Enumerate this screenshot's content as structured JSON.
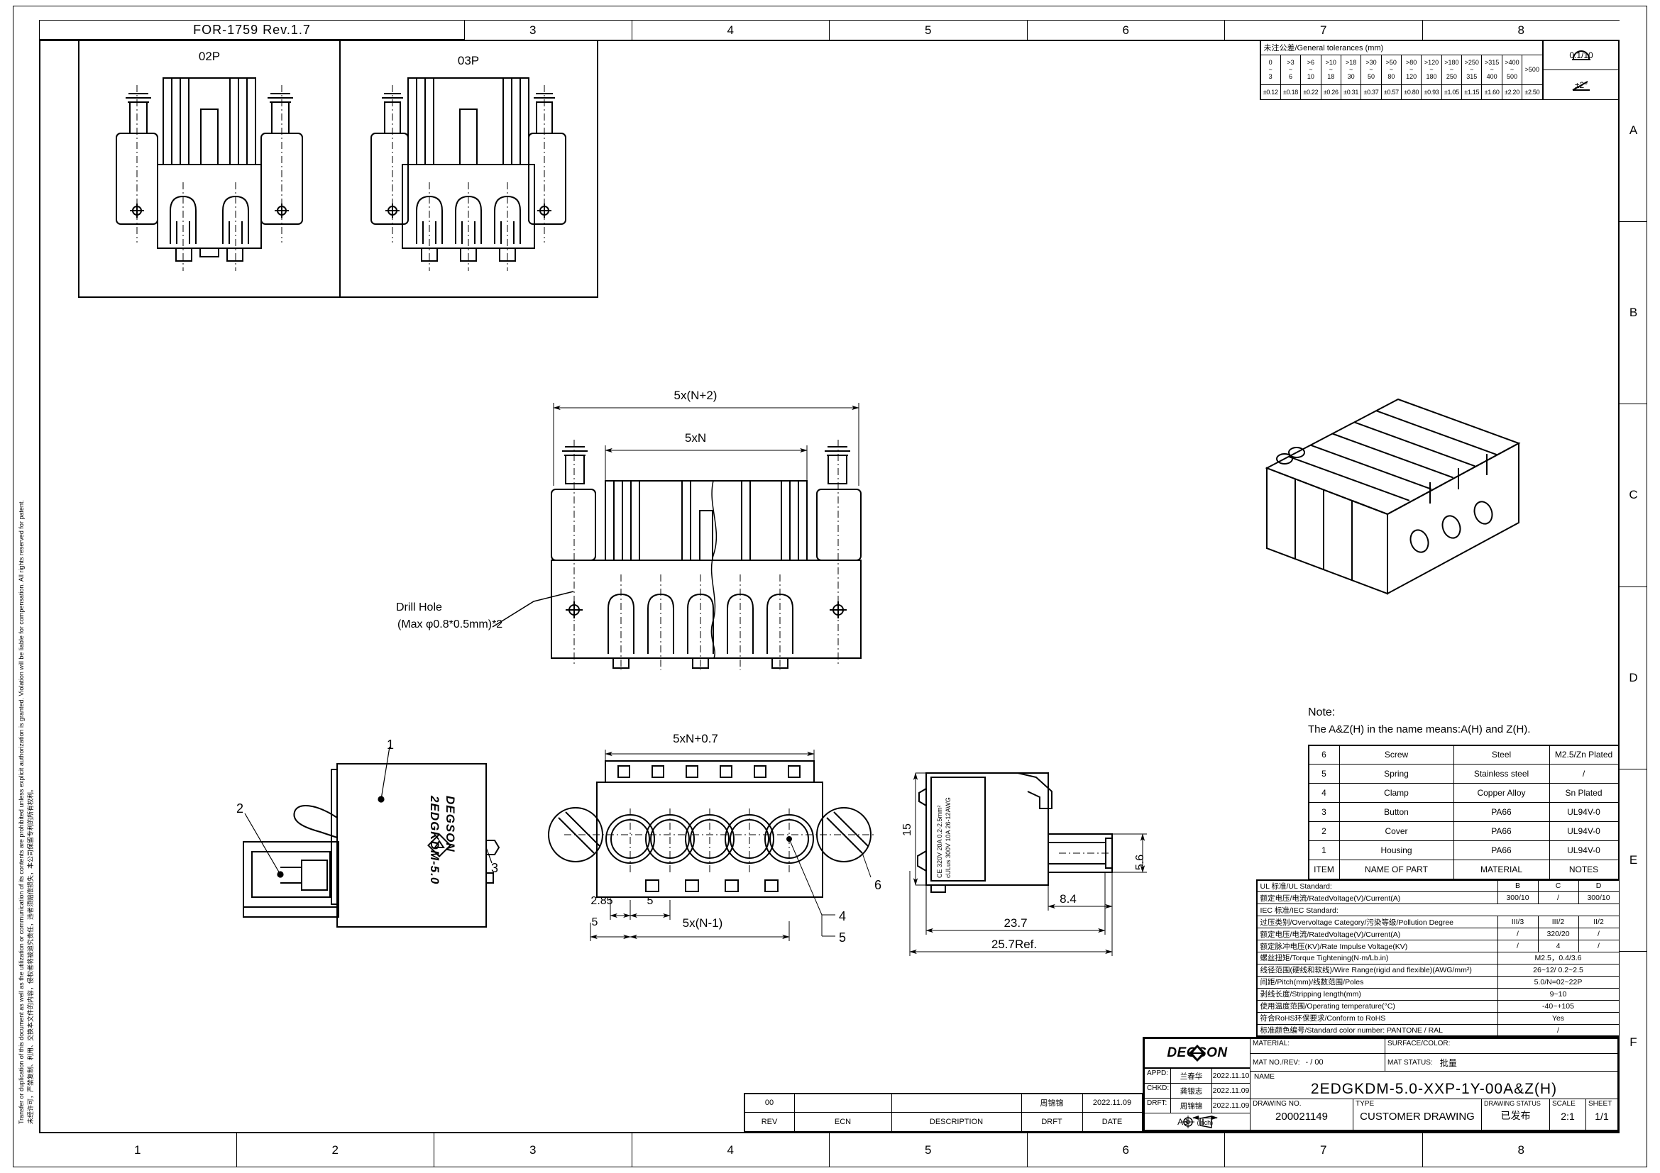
{
  "sheet": {
    "form_ref": "FOR-1759 Rev.1.7",
    "cols": [
      "1",
      "2",
      "3",
      "4",
      "5",
      "6",
      "7",
      "8"
    ],
    "rows": [
      "A",
      "B",
      "C",
      "D",
      "E",
      "F"
    ],
    "disclaimer_en": "Transfer or duplication of this document as well as the utilization or communication of its contents are prohibited unless explicit authorization is granted. Violation will be liable for compensation. All rights reserved for patent.",
    "disclaimer_cn": "未经许可，严禁复制、利用、交换本文件的内容，侵权者将被追究责任，违者须赔偿损失，本公司保留专利的所有权利。"
  },
  "tol": {
    "title": "未注公差/General tolerances (mm)",
    "tilde": "~",
    "ranges": [
      [
        "0",
        "3"
      ],
      [
        ">3",
        "6"
      ],
      [
        ">6",
        "10"
      ],
      [
        ">10",
        "18"
      ],
      [
        ">18",
        "30"
      ],
      [
        ">30",
        "50"
      ],
      [
        ">50",
        "80"
      ],
      [
        ">80",
        "120"
      ],
      [
        ">120",
        "180"
      ],
      [
        ">180",
        "250"
      ],
      [
        ">250",
        "315"
      ],
      [
        ">315",
        "400"
      ],
      [
        ">400",
        "500"
      ]
    ],
    "last_range": ">500",
    "values": [
      "±0.12",
      "±0.18",
      "±0.22",
      "±0.26",
      "±0.31",
      "±0.37",
      "±0.57",
      "±0.80",
      "±0.93",
      "±1.05",
      "±1.15",
      "±1.60",
      "±2.20",
      "±2.50"
    ],
    "flatness": "0.1/10",
    "angle": "±2°"
  },
  "views": {
    "p02": "02P",
    "p03": "03P",
    "dim_5xn2": "5x(N+2)",
    "dim_5xn": "5xN",
    "drill1": "Drill Hole",
    "drill2": "(Max φ0.8*0.5mm)*2",
    "dim_5xn07": "5xN+0.7",
    "dim_285": "2.85",
    "dim_5a": "5",
    "dim_5b": "5",
    "dim_5xn1": "5x(N-1)",
    "dim_84": "8.4",
    "dim_237": "23.7",
    "dim_257": "25.7Ref.",
    "dim_15": "15",
    "dim_56": "5.6",
    "c1": "1",
    "c2": "2",
    "c3": "3",
    "c4": "4",
    "c5": "5",
    "c6": "6",
    "brand": "DEGSON",
    "model": "2EDGKDM-5.0",
    "plate1": "CE 320V 20A 0.2-2.5mm²",
    "plate2": "cULus 300V 10A 26-12AWG"
  },
  "note": {
    "title": "Note:",
    "body": "The A&Z(H) in the name means:A(H) and Z(H)."
  },
  "parts": {
    "headers": [
      "ITEM",
      "NAME OF PART",
      "MATERIAL",
      "NOTES"
    ],
    "rows": [
      [
        "6",
        "Screw",
        "Steel",
        "M2.5/Zn Plated"
      ],
      [
        "5",
        "Spring",
        "Stainless steel",
        "/"
      ],
      [
        "4",
        "Clamp",
        "Copper Alloy",
        "Sn Plated"
      ],
      [
        "3",
        "Button",
        "PA66",
        "UL94V-0"
      ],
      [
        "2",
        "Cover",
        "PA66",
        "UL94V-0"
      ],
      [
        "1",
        "Housing",
        "PA66",
        "UL94V-0"
      ]
    ]
  },
  "spec": {
    "col_b": "B",
    "col_c": "C",
    "col_d": "D",
    "ul_label": "UL 标准/UL Standard:",
    "rated_ul_label": "额定电压/电流/RatedVoltage(V)/Current(A)",
    "rated_ul_b": "300/10",
    "rated_ul_c": "/",
    "rated_ul_d": "300/10",
    "iec_label": "IEC 标准/IEC Standard:",
    "ovc_label": "过压类别/Overvoltage Category/污染等级/Pollution Degree",
    "ovc_b": "III/3",
    "ovc_c": "III/2",
    "ovc_d": "II/2",
    "rated_iec_label": "额定电压/电流/RatedVoltage(V)/Current(A)",
    "rated_iec_b": "/",
    "rated_iec_c": "320/20",
    "rated_iec_d": "/",
    "impulse_label": "额定脉冲电压(KV)/Rate Impulse Voltage(KV)",
    "impulse_b": "/",
    "impulse_c": "4",
    "impulse_d": "/",
    "torque_label": "螺丝扭矩/Torque Tightening(N·m/Lb.in)",
    "torque_value": "M2.5，0.4/3.6",
    "wire_label": "线径范围(硬线和软线)/Wire Range(rigid and flexible)(AWG/mm²)",
    "wire_value": "26~12/ 0.2~2.5",
    "pitch_label": "间距/Pitch(mm)/线数范围/Poles",
    "pitch_value": "5.0/N=02~22P",
    "strip_label": "剥线长度/Stripping length(mm)",
    "strip_value": "9~10",
    "temp_label": "使用温度范围/Operating temperature(°C)",
    "temp_value": "-40~+105",
    "rohs_label": "符合RoHS环保要求/Conform to RoHS",
    "rohs_value": "Yes",
    "color_label": "标准颜色编号/Standard color number: PANTONE / RAL",
    "color_value": "/"
  },
  "tb": {
    "brand": "DEGSON",
    "material_label": "MATERIAL:",
    "surface_label": "SURFACE/COLOR:",
    "matno_label": "MAT NO./REV:",
    "matno_value": "- / 00",
    "matstatus_label": "MAT STATUS:",
    "matstatus_value": "批量",
    "appd_label": "APPD:",
    "appd_name": "兰春华",
    "appd_date": "2022.11.10",
    "chkd_label": "CHKD:",
    "chkd_name": "龚银志",
    "chkd_date": "2022.11.09",
    "drft_label": "DRFT:",
    "drft_name": "周锦锦",
    "drft_date": "2022.11.09",
    "paper": "A3",
    "unit": "(inch)",
    "name_label": "NAME",
    "part_name": "2EDGKDM-5.0-XXP-1Y-00A&Z(H)",
    "dwgno_label": "DRAWING NO.",
    "dwgno_value": "200021149",
    "type_label": "TYPE",
    "type_value": "CUSTOMER DRAWING",
    "status_label": "DRAWING STATUS",
    "status_value": "已发布",
    "scale_label": "SCALE",
    "scale_value": "2:1",
    "sheet_label": "SHEET",
    "sheet_value": "1/1"
  },
  "rev": {
    "rev": "00",
    "ecn": "",
    "desc": "",
    "drft": "周锦锦",
    "date": "2022.11.09",
    "h_rev": "REV",
    "h_ecn": "ECN",
    "h_desc": "DESCRIPTION",
    "h_drft": "DRFT",
    "h_date": "DATE"
  }
}
